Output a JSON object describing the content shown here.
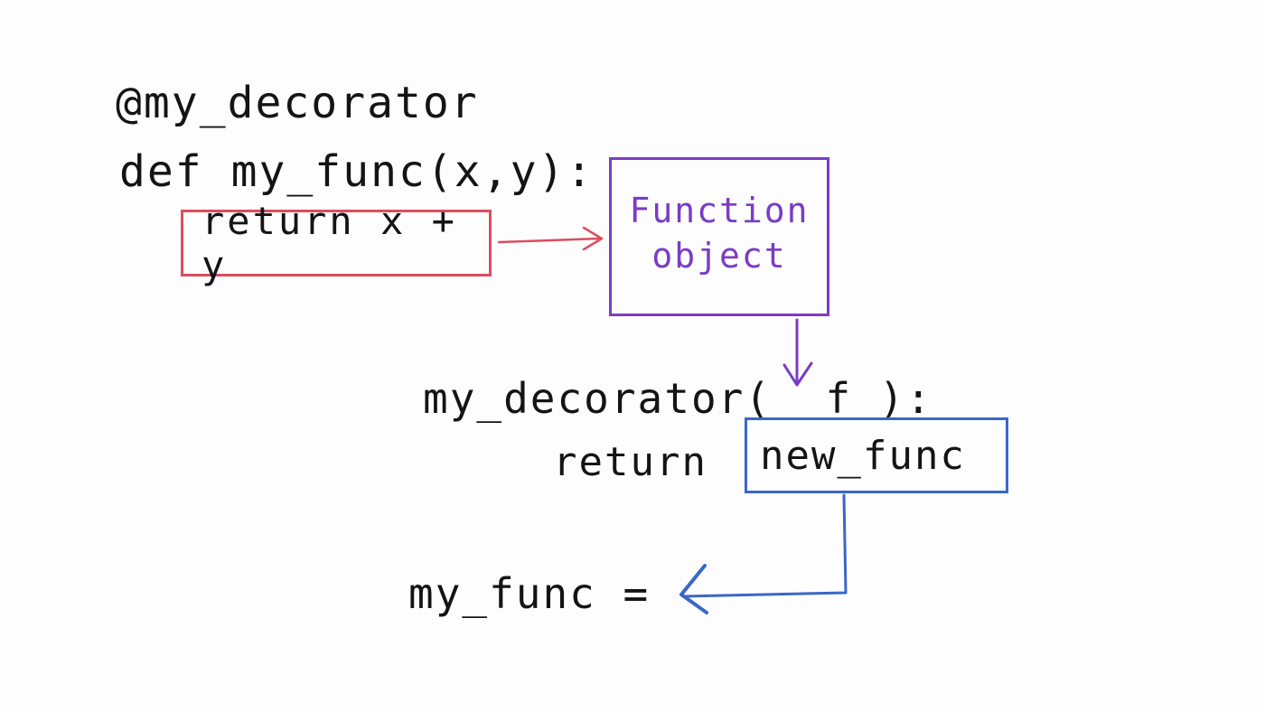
{
  "code": {
    "decorator_line": "@my_decorator",
    "def_line": "def my_func(x,y):",
    "return_expr": "return x + y",
    "call_line": "my_decorator(  f ):",
    "return_keyword": "return",
    "new_func": "new_func",
    "assign_line": "my_func ="
  },
  "object_box": {
    "line1": "Function",
    "line2": "object"
  },
  "colors": {
    "red": "#dd4c5f",
    "purple": "#7b3cc3",
    "blue": "#3a67c7",
    "ink": "#141414"
  }
}
